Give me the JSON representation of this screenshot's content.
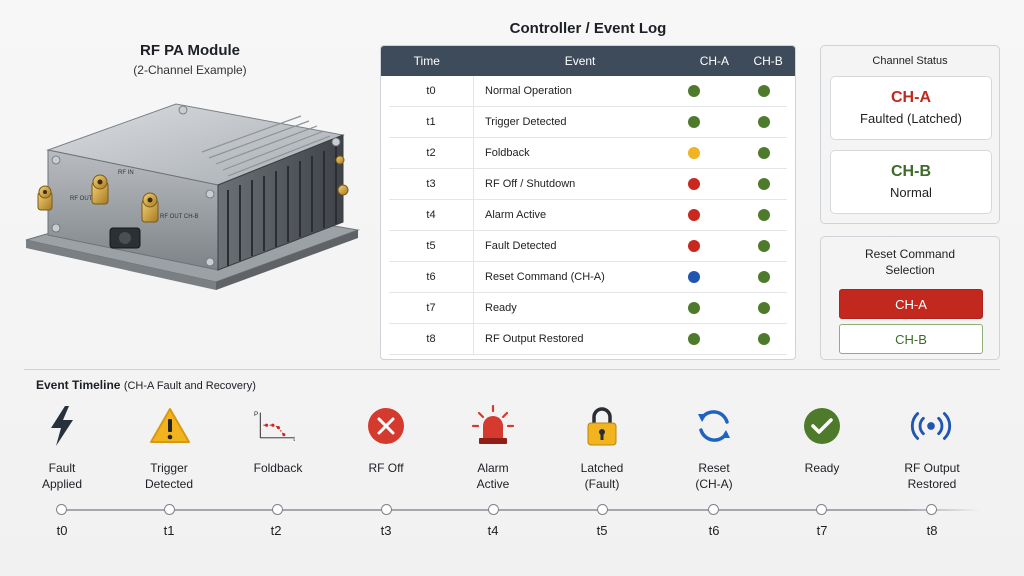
{
  "module": {
    "title": "RF PA Module",
    "subtitle": "(2-Channel Example)",
    "marking_rf_in": "RF IN",
    "marking_rf_out_a": "RF OUT CH-A",
    "marking_rf_out_b": "RF OUT CH-B"
  },
  "event_log": {
    "title": "Controller / Event Log",
    "columns": [
      "Time",
      "Event",
      "CH-A",
      "CH-B"
    ],
    "rows": [
      {
        "time": "t0",
        "event": "Normal Operation",
        "cha": "green",
        "chb": "green"
      },
      {
        "time": "t1",
        "event": "Trigger Detected",
        "cha": "green",
        "chb": "green"
      },
      {
        "time": "t2",
        "event": "Foldback",
        "cha": "amber",
        "chb": "green"
      },
      {
        "time": "t3",
        "event": "RF Off / Shutdown",
        "cha": "red",
        "chb": "green"
      },
      {
        "time": "t4",
        "event": "Alarm Active",
        "cha": "red",
        "chb": "green"
      },
      {
        "time": "t5",
        "event": "Fault Detected",
        "cha": "red",
        "chb": "green"
      },
      {
        "time": "t6",
        "event": "Reset Command (CH-A)",
        "cha": "blue",
        "chb": "green"
      },
      {
        "time": "t7",
        "event": "Ready",
        "cha": "green",
        "chb": "green"
      },
      {
        "time": "t8",
        "event": "RF Output Restored",
        "cha": "green",
        "chb": "green"
      }
    ]
  },
  "status_colors": {
    "green": "#4e7a2c",
    "amber": "#f3b21f",
    "red": "#c8281e",
    "blue": "#1f56b3"
  },
  "channel_status": {
    "title": "Channel Status",
    "cha": {
      "name": "CH-A",
      "state": "Faulted (Latched)",
      "color": "#c3281f"
    },
    "chb": {
      "name": "CH-B",
      "state": "Normal",
      "color": "#3e6a2a"
    }
  },
  "reset": {
    "title_line1": "Reset Command",
    "title_line2": "Selection",
    "options": [
      "CH-A",
      "CH-B"
    ],
    "selected": "CH-A"
  },
  "timeline": {
    "title": "Event Timeline",
    "subtitle": "(CH-A Fault and Recovery)",
    "foldback_axis_p": "P",
    "foldback_axis_t": "t",
    "steps": [
      {
        "tick": "t0",
        "line1": "Fault",
        "line2": "Applied",
        "icon": "lightning-icon"
      },
      {
        "tick": "t1",
        "line1": "Trigger",
        "line2": "Detected",
        "icon": "warning-triangle-icon"
      },
      {
        "tick": "t2",
        "line1": "Foldback",
        "line2": "",
        "icon": "foldback-graph-icon"
      },
      {
        "tick": "t3",
        "line1": "RF Off",
        "line2": "",
        "icon": "x-circle-icon"
      },
      {
        "tick": "t4",
        "line1": "Alarm",
        "line2": "Active",
        "icon": "alarm-beacon-icon"
      },
      {
        "tick": "t5",
        "line1": "Latched",
        "line2": "(Fault)",
        "icon": "padlock-icon"
      },
      {
        "tick": "t6",
        "line1": "Reset",
        "line2": "(CH-A)",
        "icon": "refresh-icon"
      },
      {
        "tick": "t7",
        "line1": "Ready",
        "line2": "",
        "icon": "check-circle-icon"
      },
      {
        "tick": "t8",
        "line1": "RF Output",
        "line2": "Restored",
        "icon": "broadcast-icon"
      }
    ]
  }
}
